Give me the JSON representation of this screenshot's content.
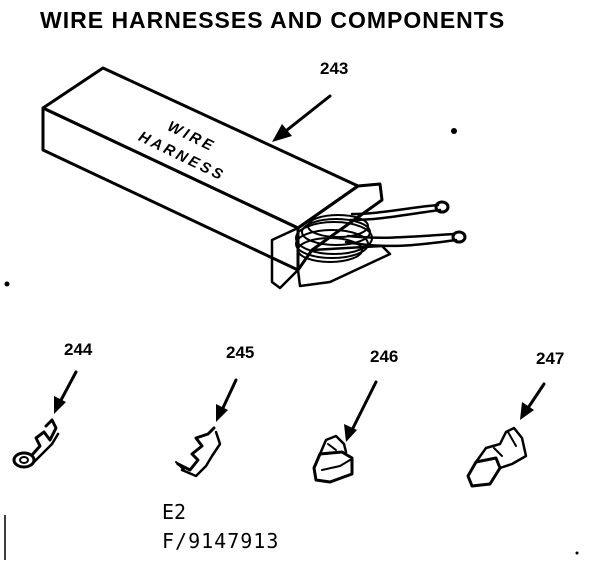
{
  "title": "WIRE HARNESSES AND COMPONENTS",
  "box_label_line1": "WIRE",
  "box_label_line2": "HARNESS",
  "callouts": {
    "c243": "243",
    "c244": "244",
    "c245": "245",
    "c246": "246",
    "c247": "247"
  },
  "footer": {
    "line1": "E2",
    "line2": "F/9147913"
  },
  "colors": {
    "ink": "#000000",
    "paper": "#ffffff"
  }
}
